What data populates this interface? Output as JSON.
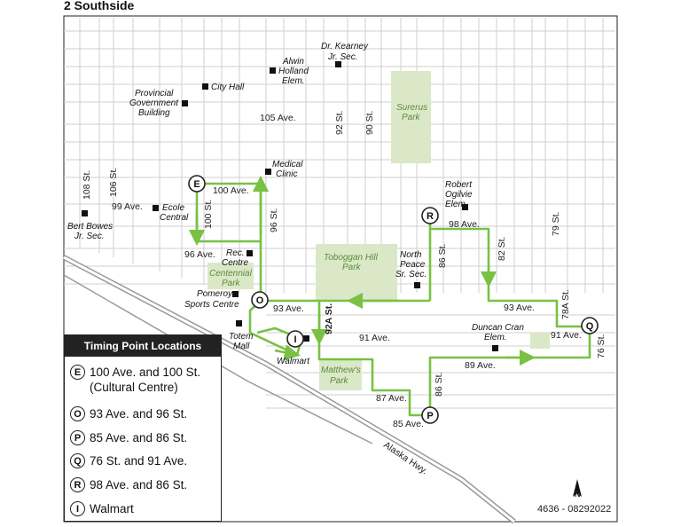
{
  "title": "2 Southside",
  "colors": {
    "route": "#78c143",
    "park": "#dbe8c8",
    "street": "#c8c8c8",
    "ink": "#222222"
  },
  "places": {
    "dr_kearney": [
      "Dr. Kearney",
      "Jr. Sec."
    ],
    "alwin": [
      "Alwin",
      "Holland",
      "Elem."
    ],
    "city_hall": "City Hall",
    "provincial": [
      "Provincial",
      "Government",
      "Building"
    ],
    "medical": [
      "Medical",
      "Clinic"
    ],
    "ecole": [
      "Ecole",
      "Central"
    ],
    "bert": [
      "Bert Bowes",
      "Jr. Sec."
    ],
    "rec": [
      "Rec.",
      "Centre"
    ],
    "pomeroy": [
      "Pomeroy",
      "Sports Centre"
    ],
    "totem": [
      "Totem",
      "Mall"
    ],
    "walmart": "Walmart",
    "north_peace": [
      "North",
      "Peace",
      "Sr. Sec."
    ],
    "robert": [
      "Robert",
      "Ogilvie",
      "Elem."
    ],
    "duncan": [
      "Duncan Cran",
      "Elem."
    ]
  },
  "parks": {
    "surerus": [
      "Surerus",
      "Park"
    ],
    "toboggan": [
      "Toboggan Hill",
      "Park"
    ],
    "centennial": [
      "Centennial",
      "Park"
    ],
    "matthews": [
      "Matthew's",
      "Park"
    ]
  },
  "streets": {
    "ave_105": "105 Ave.",
    "ave_100": "100 Ave.",
    "ave_99": "99 Ave.",
    "ave_98": "98 Ave.",
    "ave_96": "96 Ave.",
    "ave_93a": "93 Ave.",
    "ave_93b": "93 Ave.",
    "ave_91a": "91 Ave.",
    "ave_91b": "91 Ave.",
    "ave_89": "89 Ave.",
    "ave_87": "87 Ave.",
    "ave_85": "85 Ave.",
    "st_108": "108 St.",
    "st_106": "106 St.",
    "st_100": "100 St.",
    "st_96a": "96 St.",
    "st_92": "92 St.",
    "st_90": "90 St.",
    "st_92a": "92A St.",
    "st_86a": "86 St.",
    "st_86b": "86 St.",
    "st_82": "82 St.",
    "st_79": "79 St.",
    "st_78a": "78A St.",
    "st_76": "76 St.",
    "alaska": "Alaska Hwy."
  },
  "timing_points": [
    {
      "letter": "E",
      "label": "100 Ave. and 100 St.",
      "sub": "(Cultural Centre)"
    },
    {
      "letter": "O",
      "label": "93 Ave. and 96 St."
    },
    {
      "letter": "P",
      "label": "85 Ave. and 86 St."
    },
    {
      "letter": "Q",
      "label": "76 St. and 91 Ave."
    },
    {
      "letter": "R",
      "label": "98 Ave. and 86 St."
    },
    {
      "letter": "I",
      "label": "Walmart"
    }
  ],
  "legend_title": "Timing Point Locations",
  "north_label": "N",
  "map_code": "4636 - 08292022"
}
